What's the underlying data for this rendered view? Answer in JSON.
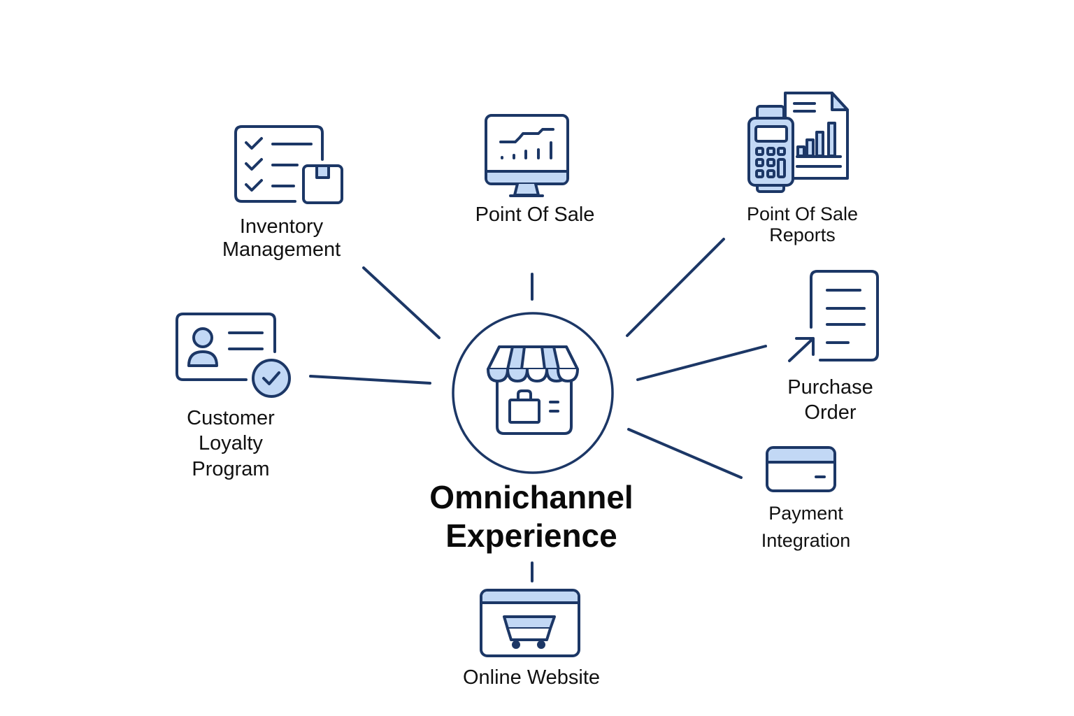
{
  "diagram": {
    "title_line1": "Omnichannel",
    "title_line2": "Experience",
    "colors": {
      "stroke": "#1c3766",
      "fill_light": "#c2d8f5",
      "text": "#111111",
      "background": "#ffffff"
    },
    "center": {
      "icon": "storefront-icon"
    },
    "nodes": [
      {
        "id": "inventory",
        "line1": "Inventory",
        "line2": "Management",
        "icon": "checklist-box-icon"
      },
      {
        "id": "pos",
        "line1": "Point Of Sale",
        "icon": "monitor-chart-icon"
      },
      {
        "id": "pos-reports",
        "line1": "Point Of Sale",
        "line2": "Reports",
        "icon": "terminal-report-icon"
      },
      {
        "id": "customer-loyalty",
        "line1": "Customer",
        "line2": "Loyalty",
        "line3": "Program",
        "icon": "id-card-check-icon"
      },
      {
        "id": "purchase-order",
        "line1": "Purchase",
        "line2": "Order",
        "icon": "document-arrow-icon"
      },
      {
        "id": "payment",
        "line1": "Payment",
        "line2": "Integration",
        "icon": "credit-card-icon"
      },
      {
        "id": "online-website",
        "line1": "Online Website",
        "icon": "browser-cart-icon"
      }
    ]
  }
}
